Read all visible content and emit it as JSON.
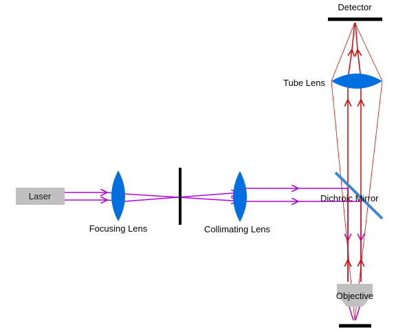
{
  "labels": {
    "laser": "Laser",
    "focusing_lens": "Focusing Lens",
    "collimating_lens": "Collimating Lens",
    "dichroic_mirror": "Dichroic Mirror",
    "tube_lens": "Tube Lens",
    "detector": "Detector",
    "objective": "Objective"
  },
  "colors": {
    "laser_beam": "#b000e0",
    "fluorescence_beam": "#e00000",
    "lens": "#0070e0",
    "mirror": "#3a86d8",
    "laser_box": "#c0c0c0",
    "objective_body": "#c0c0c0",
    "stop": "#000000"
  }
}
